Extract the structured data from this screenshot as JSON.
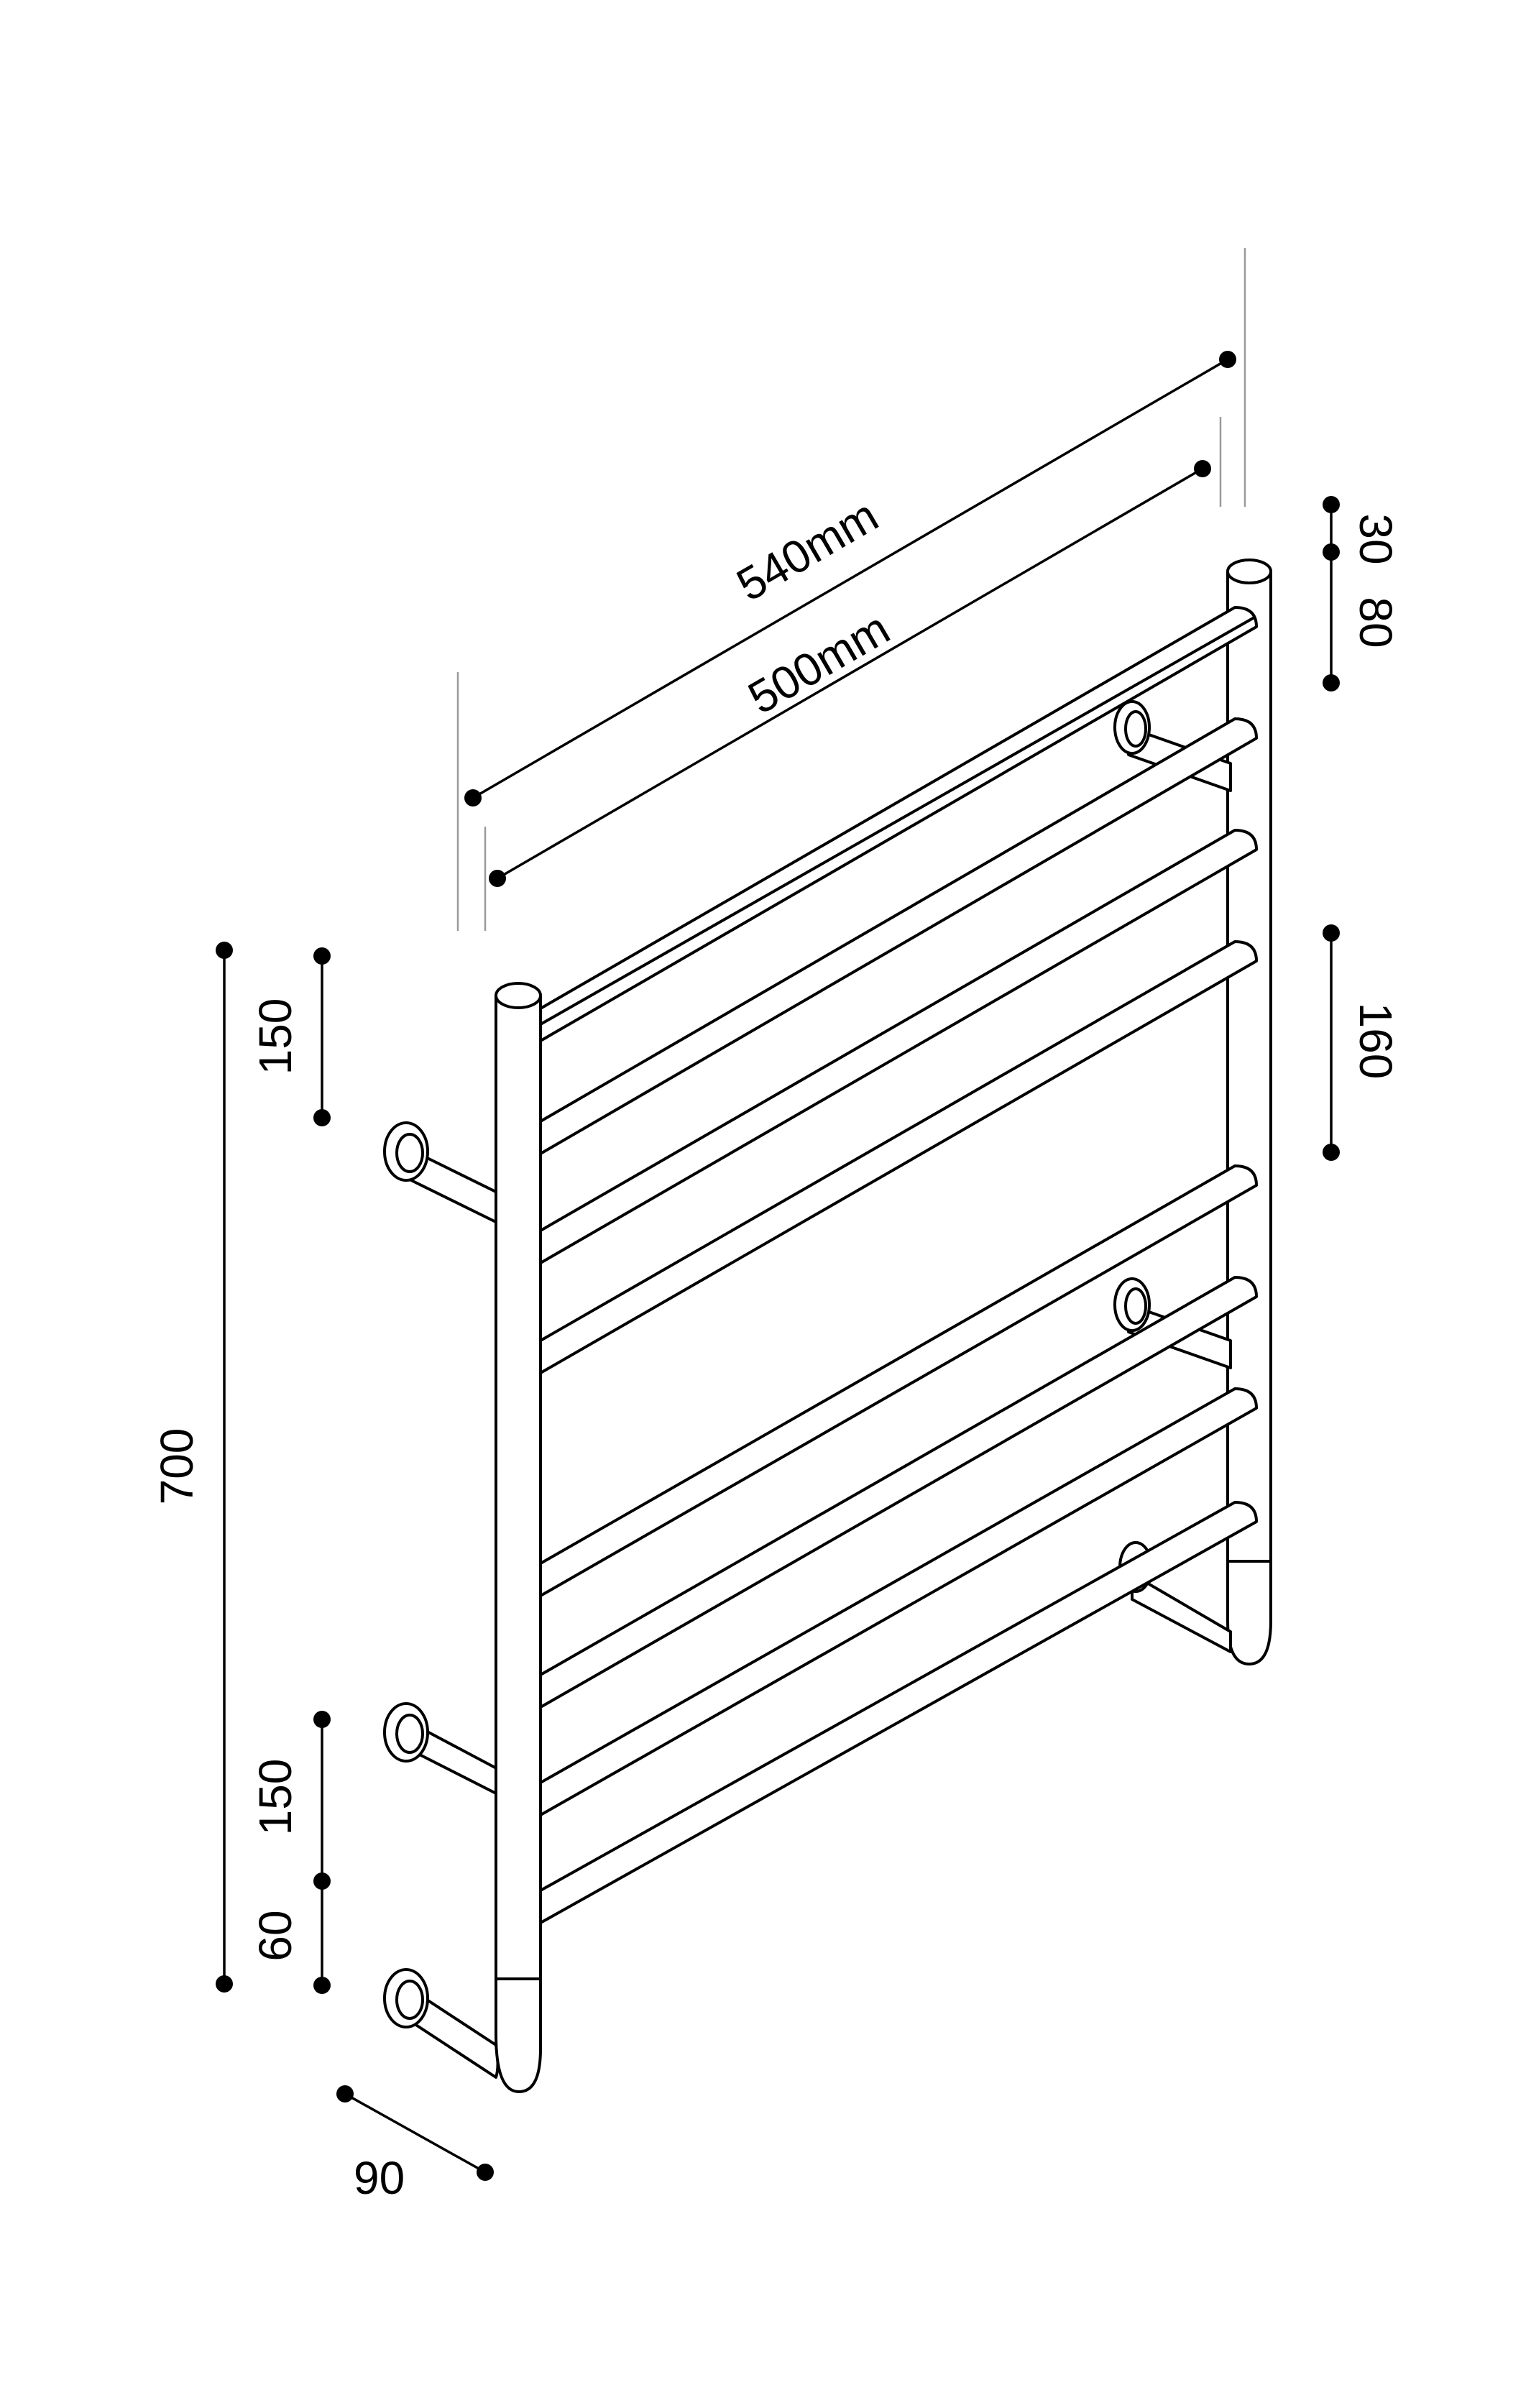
{
  "diagram": {
    "labels": {
      "total_width": "540mm",
      "rail_width": "500mm",
      "total_height": "700",
      "top_offset_left": "150",
      "bottom_spacing_left": "150",
      "bottom_offset_left": "60",
      "top_offset_right": "30",
      "bracket_offset_right": "80",
      "bracket_spacing_right": "160",
      "depth": "90"
    },
    "colors": {
      "line": "#000000",
      "extension_line": "#9a9a9a",
      "background": "#ffffff"
    }
  }
}
